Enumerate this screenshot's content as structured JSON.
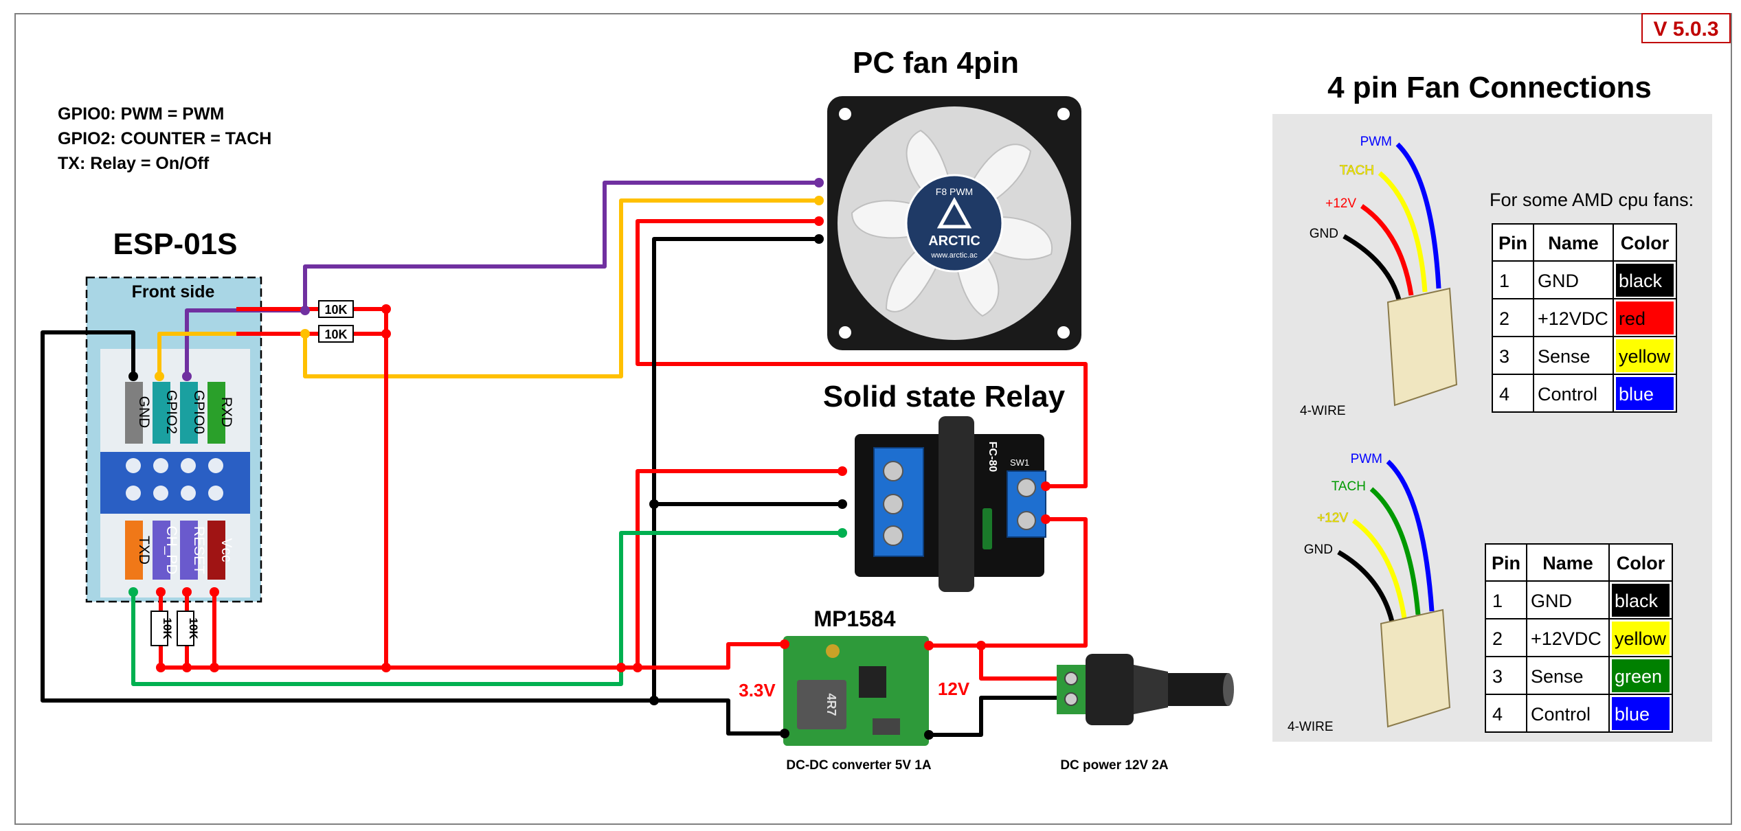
{
  "version": "V 5.0.3",
  "notes": [
    "GPIO0: PWM = PWM",
    "GPIO2: COUNTER = TACH",
    "TX: Relay = On/Off"
  ],
  "esp": {
    "title": "ESP-01S",
    "front_label": "Front side",
    "top_pins": [
      "GND",
      "GPIO2",
      "GPIO0",
      "RXD"
    ],
    "bottom_pins": [
      "TXD",
      "CH_PD",
      "RESET",
      "Vcc"
    ]
  },
  "resistors": {
    "label": "10K"
  },
  "fan": {
    "title": "PC fan 4pin",
    "hub_model": "F8 PWM",
    "hub_brand": "ARCTIC",
    "hub_url": "www.arctic.ac"
  },
  "relay": {
    "title": "Solid state Relay",
    "board_code": "FC-80",
    "switch_label": "SW1"
  },
  "converter": {
    "title": "MP1584",
    "inductor_label": "4R7",
    "left_voltage": "3.3V",
    "right_voltage": "12V",
    "caption": "DC-DC converter  5V 1A"
  },
  "power": {
    "caption": "DC power  12V 2A"
  },
  "connections": {
    "title": "4 pin Fan Connections",
    "amd_note": "For some AMD cpu fans:",
    "wire_caption": "4-WIRE",
    "diagram1_wires": [
      "PWM",
      "TACH",
      "+12V",
      "GND"
    ],
    "diagram2_wires": [
      "PWM",
      "TACH",
      "+12V",
      "GND"
    ],
    "table_headers": [
      "Pin",
      "Name",
      "Color"
    ],
    "table1": [
      {
        "pin": "1",
        "name": "GND",
        "color": "black"
      },
      {
        "pin": "2",
        "name": "+12VDC",
        "color": "red"
      },
      {
        "pin": "3",
        "name": "Sense",
        "color": "yellow"
      },
      {
        "pin": "4",
        "name": "Control",
        "color": "blue"
      }
    ],
    "table2": [
      {
        "pin": "1",
        "name": "GND",
        "color": "black"
      },
      {
        "pin": "2",
        "name": "+12VDC",
        "color": "yellow"
      },
      {
        "pin": "3",
        "name": "Sense",
        "color": "green"
      },
      {
        "pin": "4",
        "name": "Control",
        "color": "blue"
      }
    ]
  },
  "colors": {
    "wire_pwm": "#7030a0",
    "wire_tach": "#ffc000",
    "wire_power": "#ff0000",
    "wire_gnd": "#000000",
    "wire_relay": "#00b050",
    "version_text": "#c00000"
  }
}
